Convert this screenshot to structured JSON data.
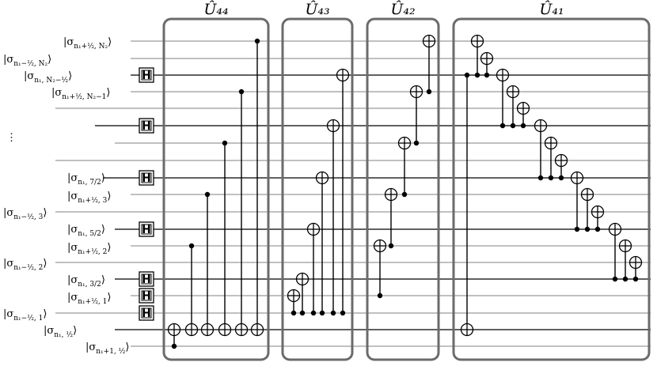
{
  "figure": {
    "block_labels": [
      "Û₄₄",
      "Û₄₃",
      "Û₄₂",
      "Û₄₁"
    ],
    "hadamard_label": "H",
    "ellipsis": "⋮",
    "wire_labels": [
      "|σ_{n₁+½, N₂}⟩",
      "|σ_{n₁−½, N₂}⟩",
      "|σ_{n₁, N₂−½}⟩",
      "|σ_{n₁+½, N₂−1}⟩",
      "|σ_{n₁, 7/2}⟩",
      "|σ_{n₁+½, 3}⟩",
      "|σ_{n₁−½, 3}⟩",
      "|σ_{n₁, 5/2}⟩",
      "|σ_{n₁+½, 2}⟩",
      "|σ_{n₁−½, 2}⟩",
      "|σ_{n₁, 3/2}⟩",
      "|σ_{n₁+½, 1}⟩",
      "|σ_{n₁−½, 1}⟩",
      "|σ_{n₁, ½}⟩",
      "|σ_{n₁+1, ½}⟩"
    ]
  }
}
